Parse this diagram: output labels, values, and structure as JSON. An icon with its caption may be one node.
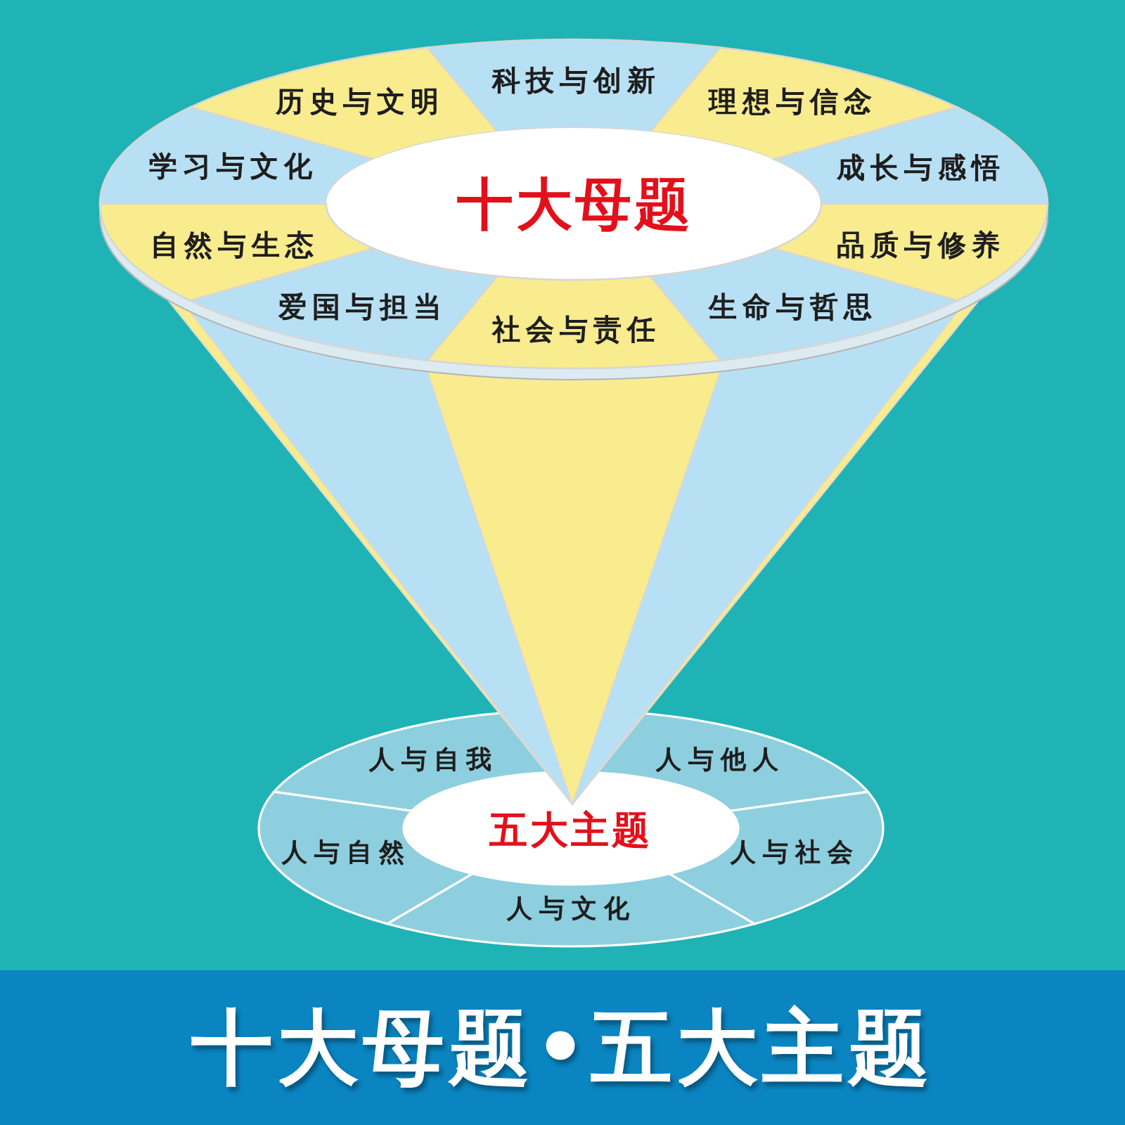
{
  "diagram": {
    "title": "十大母题•五大主题",
    "nodes": [
      {
        "text": [
          "科技与创新"
        ]
      },
      {
        "text": [
          "历史与文明"
        ]
      },
      {
        "text": [
          "理想与信念"
        ]
      },
      {
        "text": [
          "学习与文化"
        ]
      },
      {
        "text": [
          "十大母题"
        ]
      },
      {
        "text": [
          "成长与感悟"
        ]
      },
      {
        "text": [
          "自然与生态"
        ]
      },
      {
        "text": [
          "品质与修养"
        ]
      },
      {
        "text": [
          "爱国与担当"
        ]
      },
      {
        "text": [
          "生命与哲思"
        ]
      },
      {
        "text": [
          "社会与责任"
        ]
      },
      {
        "text": [
          "人与自我"
        ]
      },
      {
        "text": [
          "人与他人"
        ]
      },
      {
        "text": [
          "五大主题"
        ]
      },
      {
        "text": [
          "人与自然"
        ]
      },
      {
        "text": [
          "人与社会"
        ]
      },
      {
        "text": [
          "人与文化"
        ]
      }
    ]
  }
}
